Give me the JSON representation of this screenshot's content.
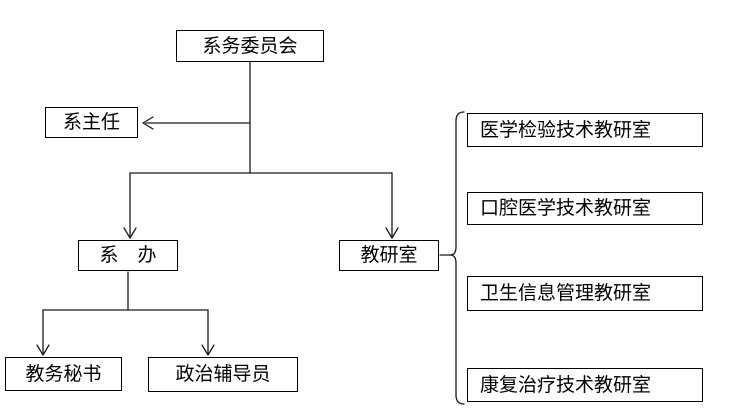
{
  "nodes": {
    "committee": {
      "label": "系务委员会"
    },
    "director": {
      "label": "系主任"
    },
    "office": {
      "label": "系　办"
    },
    "teaching_research": {
      "label": "教研室"
    },
    "secretary": {
      "label": "教务秘书"
    },
    "counselor": {
      "label": "政治辅导员"
    },
    "rooms": [
      {
        "label": "医学检验技术教研室"
      },
      {
        "label": "口腔医学技术教研室"
      },
      {
        "label": "卫生信息管理教研室"
      },
      {
        "label": "康复治疗技术教研室"
      }
    ]
  },
  "edges": [
    {
      "from": "系务委员会",
      "to": "系主任",
      "style": "arrow"
    },
    {
      "from": "系务委员会",
      "to": "系　办",
      "style": "arrow"
    },
    {
      "from": "系务委员会",
      "to": "教研室",
      "style": "arrow"
    },
    {
      "from": "系　办",
      "to": "教务秘书",
      "style": "arrow"
    },
    {
      "from": "系　办",
      "to": "政治辅导员",
      "style": "arrow"
    },
    {
      "from": "教研室",
      "to": "医学检验技术教研室",
      "style": "brace"
    },
    {
      "from": "教研室",
      "to": "口腔医学技术教研室",
      "style": "brace"
    },
    {
      "from": "教研室",
      "to": "卫生信息管理教研室",
      "style": "brace"
    },
    {
      "from": "教研室",
      "to": "康复治疗技术教研室",
      "style": "brace"
    }
  ],
  "colors": {
    "line": "#1a1a1a",
    "border": "#000000",
    "background": "#ffffff",
    "text": "#000000"
  }
}
